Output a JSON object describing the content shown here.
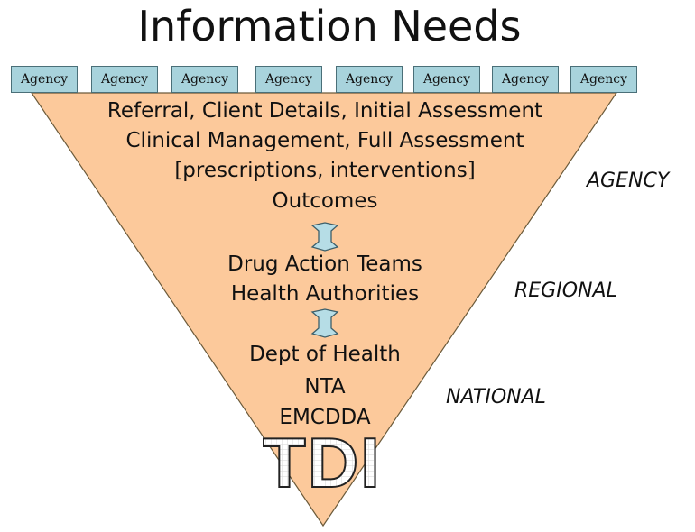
{
  "title": "Information Needs",
  "agency_boxes": [
    "Agency",
    "Agency",
    "Agency",
    "Agency",
    "Agency",
    "Agency",
    "Agency",
    "Agency"
  ],
  "agency_level": {
    "lines": [
      "Referral, Client Details, Initial Assessment",
      "Clinical Management, Full Assessment",
      "[prescriptions, interventions]",
      "Outcomes"
    ]
  },
  "regional_level": {
    "lines": [
      "Drug Action Teams",
      "Health Authorities"
    ]
  },
  "national_level": {
    "lines": [
      "Dept of Health",
      "NTA",
      "EMCDDA"
    ]
  },
  "level_labels": {
    "agency": "AGENCY",
    "regional": "REGIONAL",
    "national": "NATIONAL"
  },
  "logo_text": "TDI",
  "colors": {
    "triangle_fill": "#fcc99b",
    "agency_box_fill": "#a8d3dc",
    "arrow_fill": "#b6dde6"
  }
}
